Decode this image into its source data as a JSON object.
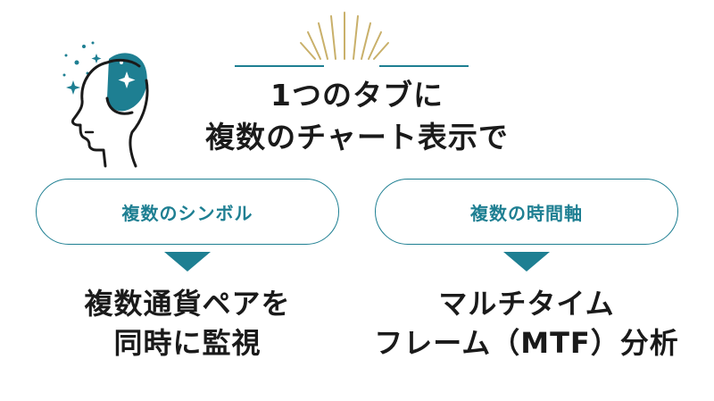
{
  "title": {
    "line1": "1つのタブに",
    "line2": "複数のチャート表示で"
  },
  "options": [
    {
      "label": "複数のシンボル",
      "result_line1": "複数通貨ペアを",
      "result_line2": "同時に監視"
    },
    {
      "label": "複数の時間軸",
      "result_line1": "マルチタイム",
      "result_line2": "フレーム（MTF）分析"
    }
  ],
  "colors": {
    "accent": "#1e7f92",
    "rays": "#c9b06a",
    "text": "#1a1a1a"
  },
  "icons": [
    "head-idea-icon",
    "sparkle-rays-icon"
  ]
}
